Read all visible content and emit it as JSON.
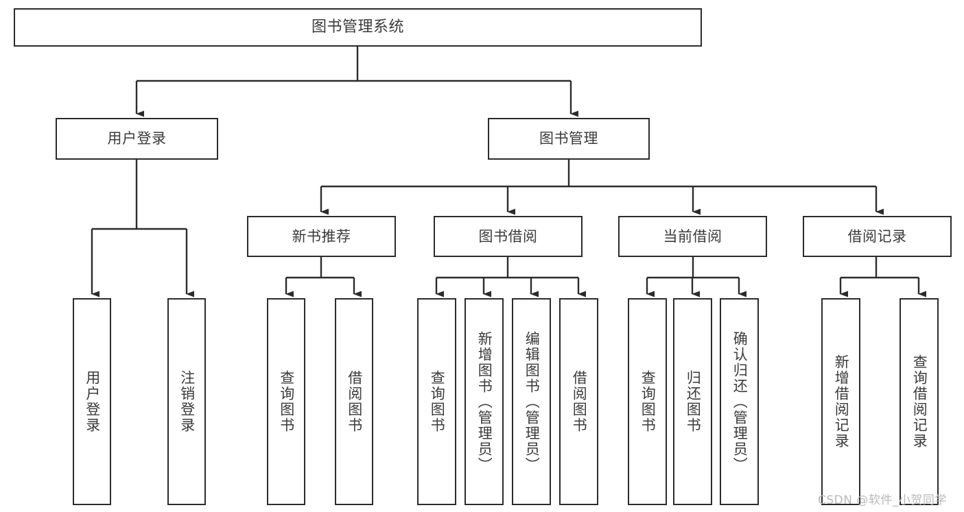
{
  "diagram": {
    "title": "图书管理系统",
    "type": "功能结构图",
    "colors": {
      "stroke": "#2b2b2b",
      "fill": "#ffffff",
      "text": "#3a3a3a",
      "watermark": "#b9b9b9"
    },
    "nodes": {
      "root": {
        "label": "图书管理系统"
      },
      "level2": [
        {
          "label": "用户登录"
        },
        {
          "label": "图书管理"
        }
      ],
      "level3": [
        {
          "label": "新书推荐"
        },
        {
          "label": "图书借阅"
        },
        {
          "label": "当前借阅"
        },
        {
          "label": "借阅记录"
        }
      ],
      "leaves": {
        "user_login": [
          {
            "label": "用户登录"
          },
          {
            "label": "注销登录"
          }
        ],
        "new_book": [
          {
            "label": "查询图书"
          },
          {
            "label": "借阅图书"
          }
        ],
        "book_borrow": [
          {
            "label": "查询图书"
          },
          {
            "label": "新增图书（管理员）"
          },
          {
            "label": "编辑图书（管理员）"
          },
          {
            "label": "借阅图书"
          }
        ],
        "current_borrow": [
          {
            "label": "查询图书"
          },
          {
            "label": "归还图书"
          },
          {
            "label": "确认归还（管理员）"
          }
        ],
        "borrow_record": [
          {
            "label": "新增借阅记录"
          },
          {
            "label": "查询借阅记录"
          }
        ]
      }
    },
    "watermark": "CSDN @软件_小贺同学"
  }
}
